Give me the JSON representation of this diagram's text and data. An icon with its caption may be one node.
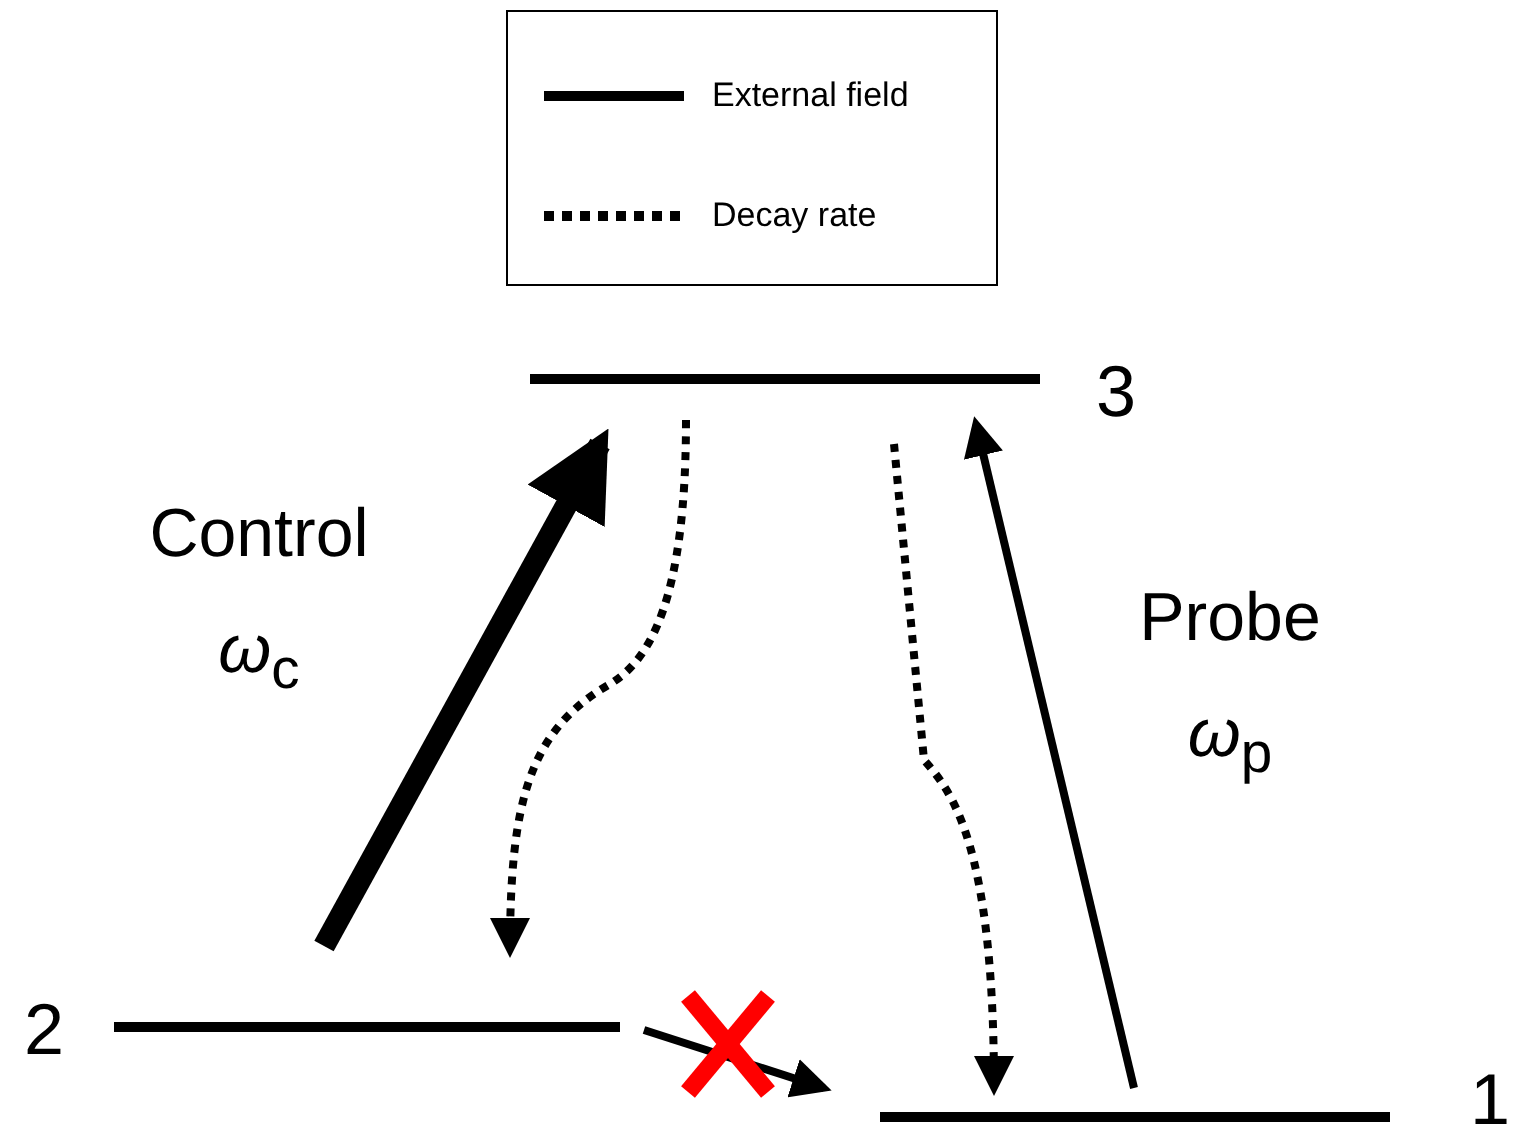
{
  "diagram": {
    "nodes": [
      {
        "text": [],
        "shape": "bar",
        "beside": [
          "3"
        ]
      },
      {
        "text": [],
        "shape": "bar",
        "beside": [
          "2"
        ]
      },
      {
        "text": [],
        "shape": "bar",
        "beside": [
          "1"
        ]
      }
    ],
    "edges": [
      {
        "from": 1,
        "to": 0,
        "arrow": "to",
        "style": "thick",
        "label": "Control *ω*$_{c}$"
      },
      {
        "from": 0,
        "to": 1,
        "arrow": "to",
        "style": "dashed"
      },
      {
        "from": 0,
        "to": 2,
        "arrow": "to",
        "style": "dashed"
      },
      {
        "from": 2,
        "to": 0,
        "arrow": "to",
        "label": "Probe *ω*$_{p}$"
      },
      {
        "from": 1,
        "to": 2,
        "arrow": "to"
      }
    ],
    "legend": [
      {
        "text": "External field"
      },
      {
        "text": "Decay rate"
      }
    ]
  }
}
